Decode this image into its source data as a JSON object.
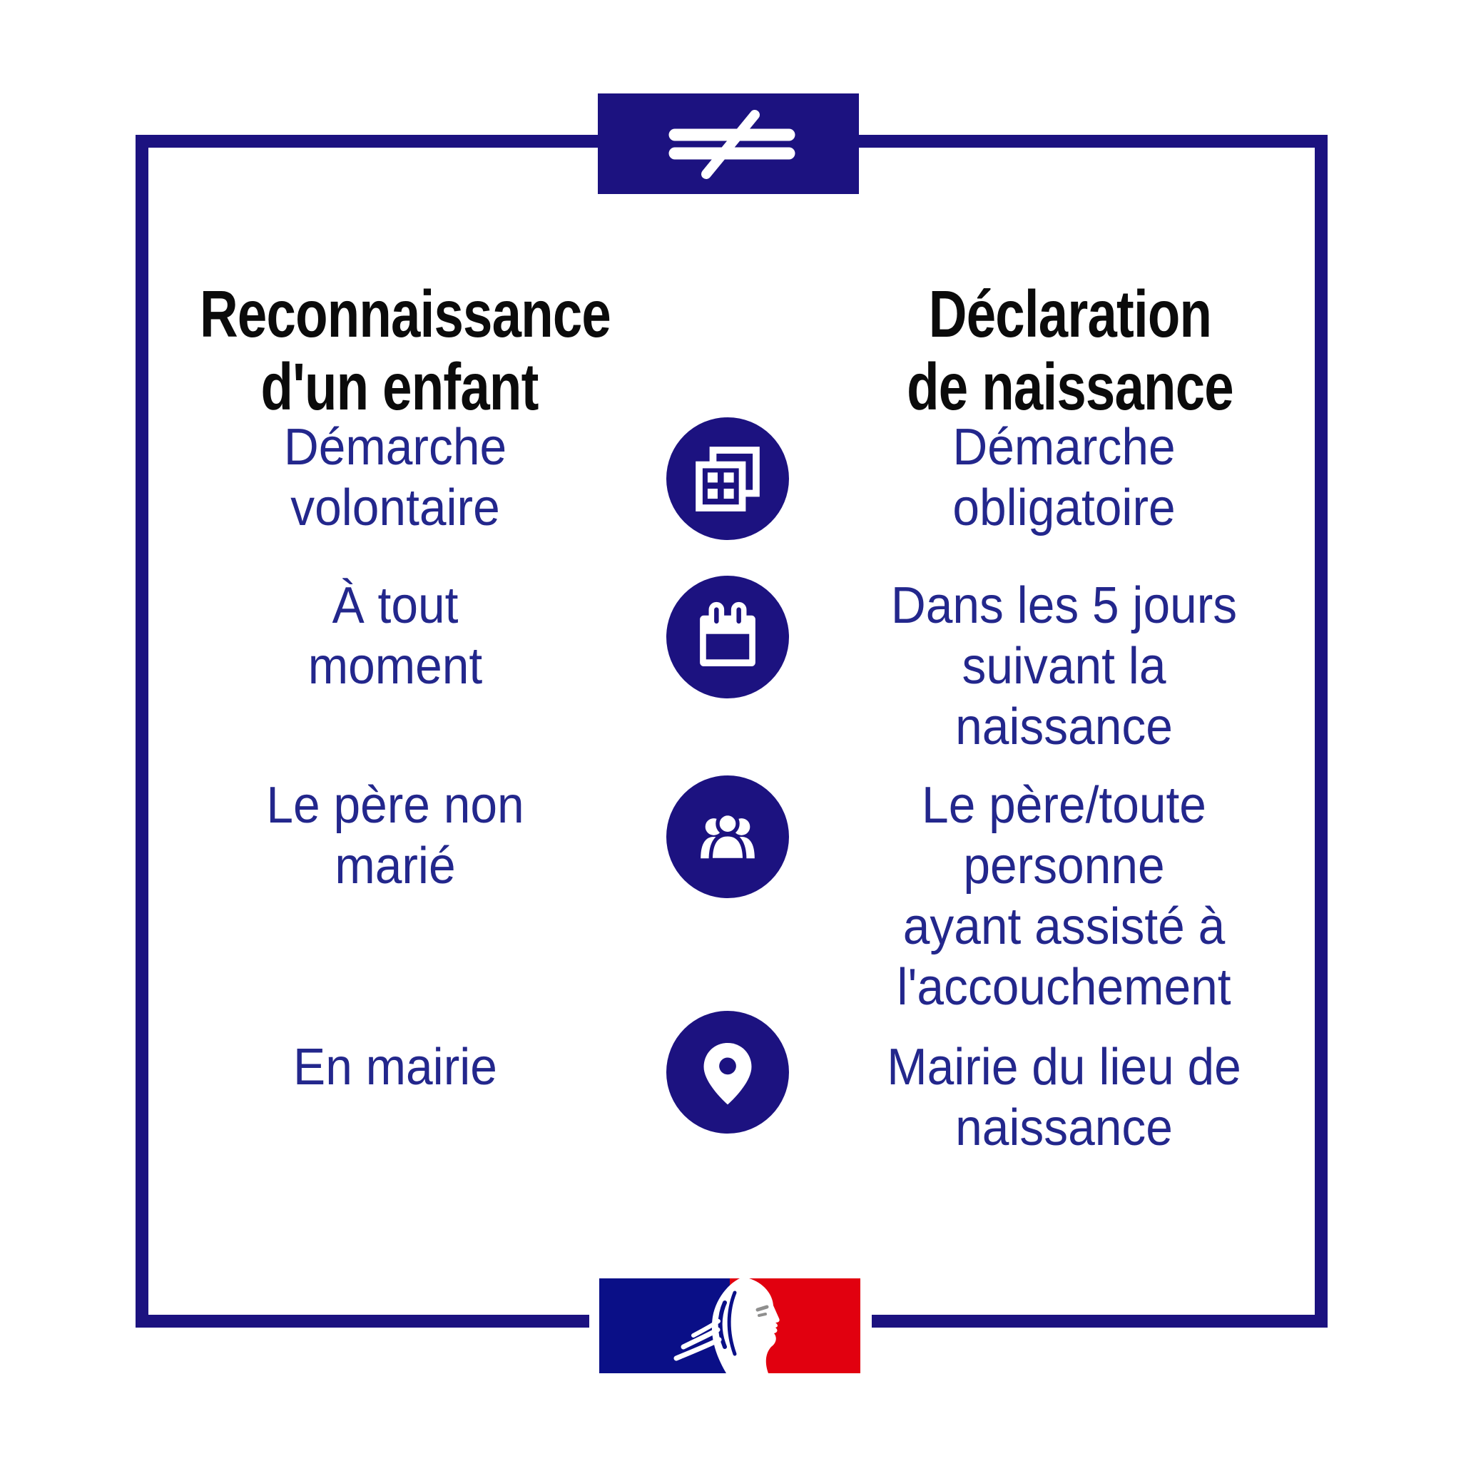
{
  "title": "Reconnaissance d'un enfant vs Déclaration de naissance",
  "colors": {
    "deep_blue": "#1c1280",
    "text_blue": "#23278c",
    "heading_black": "#0b0b0b",
    "logo_blue": "#0a0f87",
    "logo_red": "#e1000f",
    "face_gray": "#8f8f8e",
    "background": "#ffffff"
  },
  "header": {
    "symbol": "≠",
    "symbol_name": "not-equal-icon"
  },
  "columns": {
    "left_title": "Reconnaissance\nd'un enfant",
    "right_title": "Déclaration\nde naissance"
  },
  "rows": [
    {
      "icon": "documents-icon",
      "left": "Démarche\nvolontaire",
      "right": "Démarche\nobligatoire"
    },
    {
      "icon": "calendar-icon",
      "left": "À tout\nmoment",
      "right": "Dans les 5 jours\nsuivant la\nnaissance"
    },
    {
      "icon": "people-icon",
      "left": "Le père non\nmarié",
      "right": "Le père/toute\npersonne\nayant assisté à\nl'accouchement"
    },
    {
      "icon": "location-pin-icon",
      "left": "En mairie",
      "right": "Mairie du lieu de\nnaissance"
    }
  ],
  "footer": {
    "logo": "marianne-republique-francaise-logo"
  }
}
